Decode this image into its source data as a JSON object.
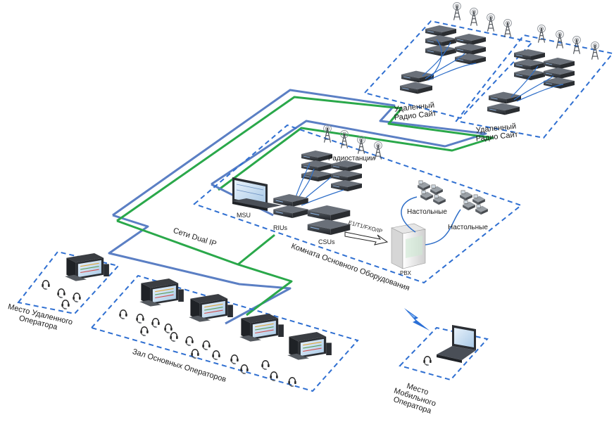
{
  "colors": {
    "zone_border": "#2f6fd1",
    "link_blue": "#5b7fc4",
    "link_green": "#2aa84a",
    "device_dark": "#2b2e33",
    "device_mid": "#4a4f57",
    "antenna": "#555a60",
    "screen": "#cfe3f6",
    "pbx": "#f2f2f2",
    "wireless": "#2a6fd6"
  },
  "labels": {
    "remote_site_1_line1": "Удаленный",
    "remote_site_1_line2": "Радио Сайт",
    "remote_site_2_line1": "Удаленный",
    "remote_site_2_line2": "Радио Сайт",
    "radio_stations": "Радиостанции",
    "msu": "MSU",
    "rius": "RIUs",
    "csus": "CSUs",
    "e1_link": "E1/T1/FXO/IP",
    "desk_phones_1": "Настольные",
    "desk_phones_2": "Настольные",
    "pbx": "PBX",
    "dual_ip": "Сети Dual IP",
    "main_equipment_room": "Комната Основного Оборудования",
    "remote_operator_line1": "Место Удаленного",
    "remote_operator_line2": "Оператора",
    "main_operators_hall": "Зал Основных Операторов",
    "mobile_operator_line1": "Место Мобильного",
    "mobile_operator_line2": "Оператора"
  },
  "icons": [
    "radio-tower-icon",
    "server-stack-icon",
    "laptop-icon",
    "desk-phone-icon",
    "headset-icon",
    "console-icon",
    "pbx-cabinet-icon",
    "lightning-icon"
  ]
}
